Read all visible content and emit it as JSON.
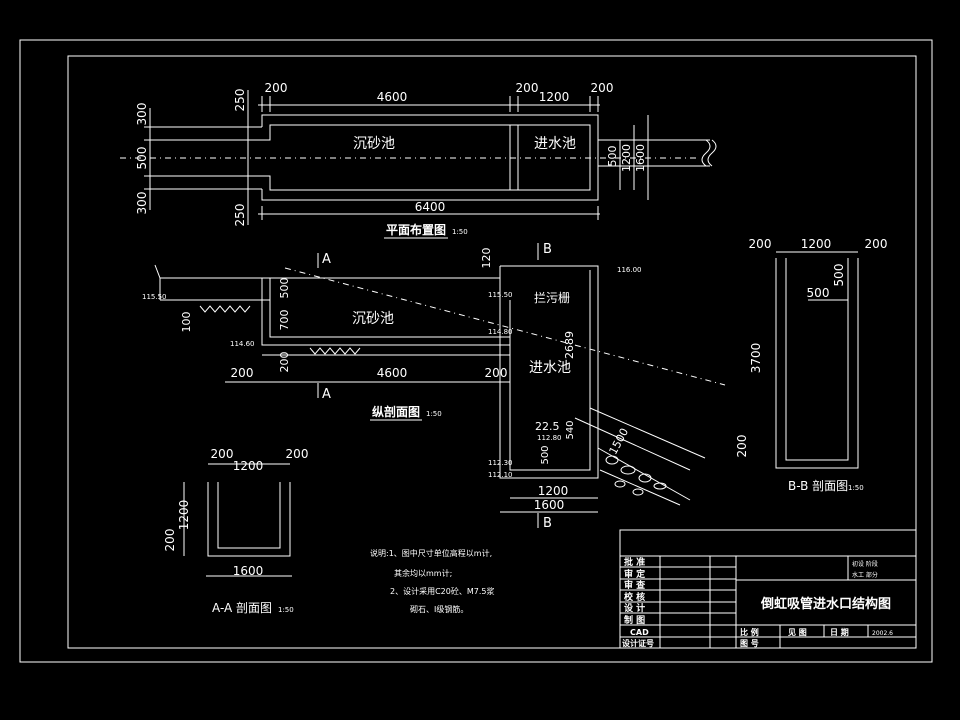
{
  "plan": {
    "title": "平面布置图",
    "scale": "1:50",
    "top_dims": [
      "200",
      "4600",
      "200",
      "1200",
      "200"
    ],
    "left_dims": [
      "300",
      "500",
      "300"
    ],
    "left_small": [
      "250",
      "250"
    ],
    "total": "6400",
    "right_dims": [
      "500",
      "1200",
      "1600"
    ],
    "room1": "沉砂池",
    "room2": "进水池"
  },
  "profile": {
    "title": "纵剖面图",
    "scale": "1:50",
    "sec_a": "A",
    "sec_b": "B",
    "dims_left": [
      "500",
      "700",
      "200"
    ],
    "dim_100": "100",
    "dim_120": "120",
    "dims_bottom": [
      "200",
      "4600",
      "200"
    ],
    "dim_2689": "2689",
    "dim_225": "22.5",
    "dim_540": "540",
    "dim_500": "500",
    "dim_1500": "1500",
    "bottom_dims": [
      "1200",
      "1600"
    ],
    "elev": [
      "115.50",
      "114.60",
      "116.00",
      "115.50",
      "114.80",
      "112.80",
      "112.30",
      "112.10"
    ],
    "room1": "沉砂池",
    "room2": "进水池",
    "screen": "拦污栅"
  },
  "section_aa": {
    "title": "A-A 剖面图",
    "scale": "1:50",
    "dims": [
      "200",
      "1200",
      "200"
    ],
    "height": "1200",
    "base": "200",
    "total": "1600"
  },
  "section_bb": {
    "title": "B-B 剖面图",
    "scale": "1:50",
    "dims": [
      "200",
      "1200",
      "200"
    ],
    "d500a": "500",
    "d500b": "500",
    "height": "3700",
    "base": "200"
  },
  "notes": {
    "lines": [
      "说明:1、图中尺寸单位高程以m计,",
      "其余均以mm计;",
      "2、设计采用C20砼、M7.5浆",
      "砌石、I级钢筋。"
    ]
  },
  "title_block": {
    "rows": [
      "批 准",
      "审 定",
      "审 查",
      "校 核",
      "设 计",
      "制 图",
      "CAD",
      "设计证号"
    ],
    "right_top": [
      "初设 阶段",
      "水工 部分"
    ],
    "drawing_title": "倒虹吸管进水口结构图",
    "bottom_row": [
      "比 例",
      "见 图",
      "日 期",
      "2002.6"
    ],
    "bottom_row2": [
      "图 号",
      ""
    ]
  }
}
